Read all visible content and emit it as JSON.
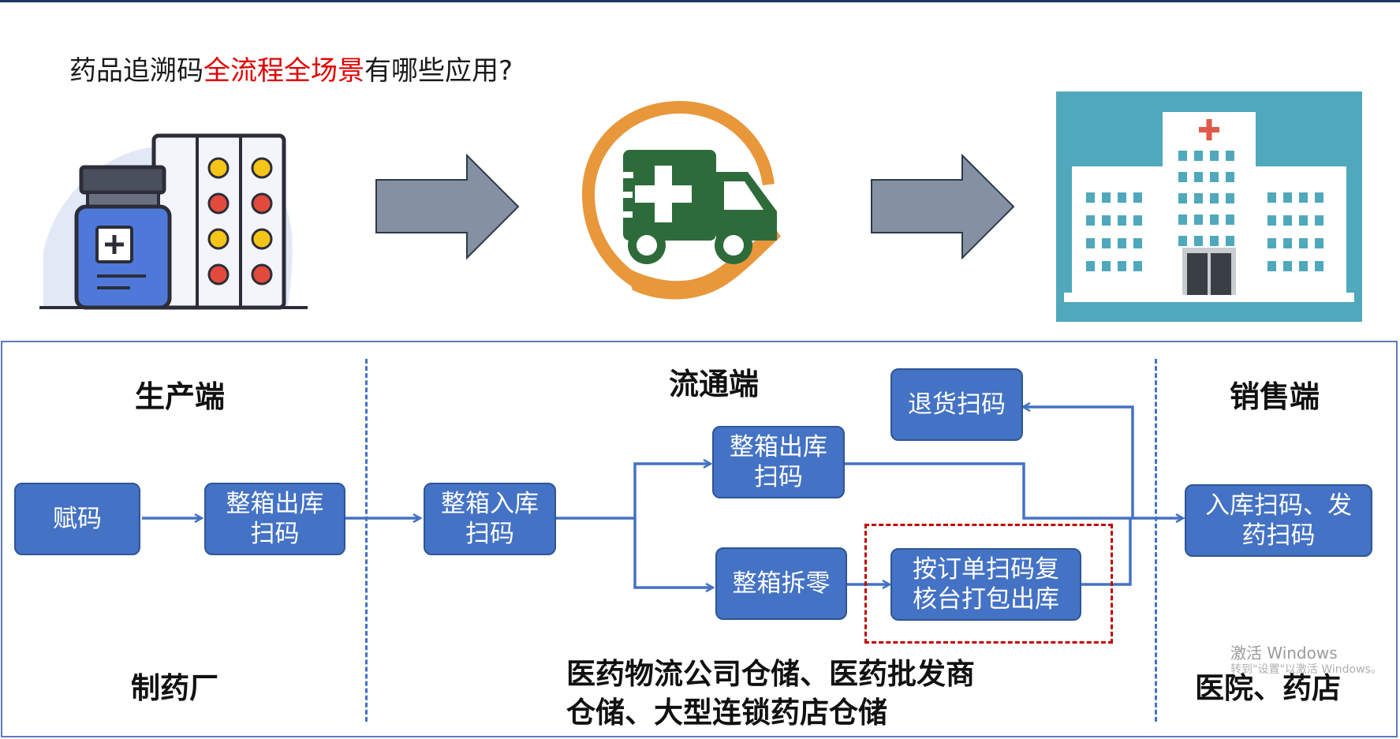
{
  "title": {
    "part1": "药品追溯码",
    "highlight": "全流程全场景",
    "part2": "有哪些应用?"
  },
  "stages": {
    "production": {
      "heading": "生产端",
      "footer": "制药厂"
    },
    "distribution": {
      "heading": "流通端",
      "footer_line1": "医药物流公司仓储、医药批发商",
      "footer_line2": "仓储、大型连锁药店仓储"
    },
    "sales": {
      "heading": "销售端",
      "footer": "医院、药店"
    }
  },
  "boxes": {
    "assign_code": "赋码",
    "prod_out_l1": "整箱出库",
    "prod_out_l2": "扫码",
    "dist_in_l1": "整箱入库",
    "dist_in_l2": "扫码",
    "dist_out_l1": "整箱出库",
    "dist_out_l2": "扫码",
    "split": "整箱拆零",
    "return_scan": "退货扫码",
    "check_l1": "按订单扫码复",
    "check_l2": "核台打包出库",
    "sales_in_l1": "入库扫码、发",
    "sales_in_l2": "药扫码"
  },
  "watermark": {
    "main": "激活 Windows",
    "sub": "转到\"设置\"以激活 Windows。"
  },
  "icons": [
    "medicine-bottle-icon",
    "blister-pack-icon",
    "arrow-right-icon",
    "delivery-truck-icon",
    "caring-hand-icon",
    "hospital-building-icon"
  ],
  "colors": {
    "box_fill": "#4472c4",
    "box_border": "#2f5597",
    "highlight": "#e00000",
    "dash_red": "#c00000",
    "arrow_gray": "#8391a2"
  }
}
